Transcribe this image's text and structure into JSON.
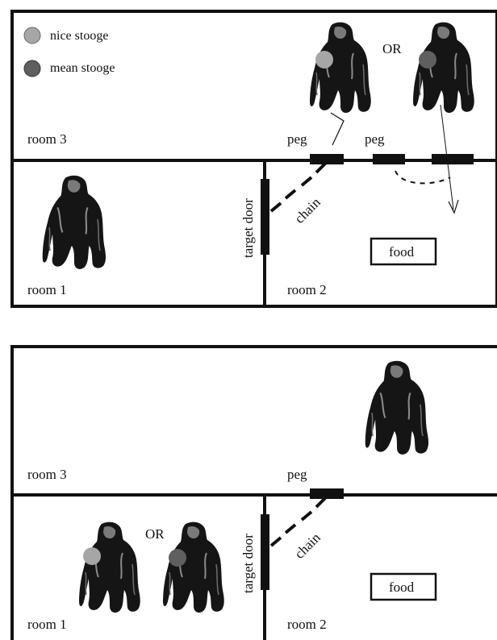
{
  "legend": {
    "nice_label": "nice stooge",
    "mean_label": "mean stooge",
    "nice_color": "#a6a6a6",
    "mean_color": "#5f5f5f"
  },
  "panel_top": {
    "room3": "room 3",
    "room1": "room 1",
    "room2": "room 2",
    "peg_left": "peg",
    "peg_right": "peg",
    "or": "OR",
    "target_door": "target door",
    "chain": "chain",
    "food": "food"
  },
  "panel_bottom": {
    "room3": "room 3",
    "room1": "room 1",
    "room2": "room 2",
    "peg": "peg",
    "or": "OR",
    "target_door": "target door",
    "chain": "chain",
    "food": "food"
  },
  "icons": [
    "chimpanzee-icon"
  ]
}
